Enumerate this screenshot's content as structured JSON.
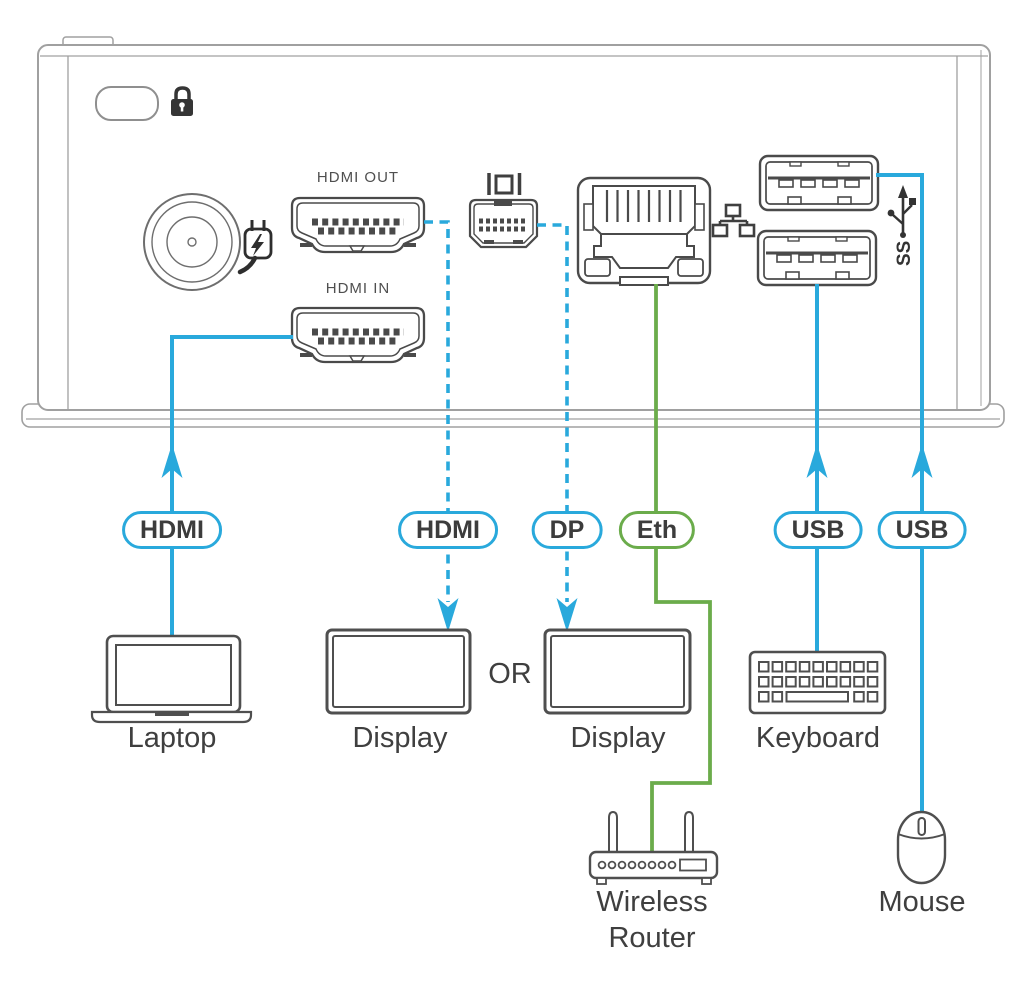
{
  "device_panel": {
    "hdmi_out_label": "HDMI OUT",
    "hdmi_in_label": "HDMI IN",
    "ss_usb_label": "SS"
  },
  "badges": {
    "hdmi_in": "HDMI",
    "hdmi_out": "HDMI",
    "dp": "DP",
    "eth": "Eth",
    "usb_keyboard": "USB",
    "usb_mouse": "USB"
  },
  "peripherals": {
    "laptop": "Laptop",
    "display_hdmi": "Display",
    "or": "OR",
    "display_dp": "Display",
    "keyboard": "Keyboard",
    "router_line1": "Wireless",
    "router_line2": "Router",
    "mouse": "Mouse"
  },
  "icons": {
    "lock": "padlock-icon",
    "power": "power-plug-icon",
    "mini_displayport": "monitor-icon",
    "ethernet": "network-nodes-icon",
    "usb3": "superspeed-usb-icon"
  },
  "colors": {
    "connection_blue": "#29A9DC",
    "connection_green": "#6BAC4B",
    "text_dark": "#3C3C3C",
    "chassis_gray": "#A0A0A0",
    "port_gray": "#4A4A4A"
  }
}
